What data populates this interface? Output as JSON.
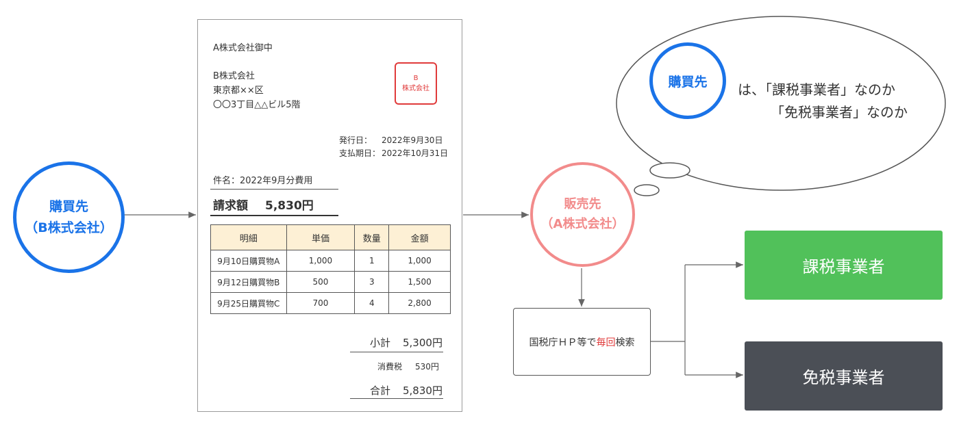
{
  "buyer_node": {
    "line1": "購買先",
    "line2": "（B株式会社）"
  },
  "seller_node": {
    "line1": "販売先",
    "line2": "（A株式会社）"
  },
  "invoice": {
    "addressee": "A株式会社御中",
    "issuer_name": "B株式会社",
    "issuer_address1": "東京都××区",
    "issuer_address2": "〇〇3丁目△△ビル5階",
    "stamp_line1": "B",
    "stamp_line2": "株式会社",
    "issue_date_label": "発行日：",
    "issue_date": "2022年9月30日",
    "due_date_label": "支払期日：",
    "due_date": "2022年10月31日",
    "subject": "件名：2022年9月分費用",
    "amount_label": "請求額",
    "amount_value": "5,830円",
    "table_headers": [
      "明細",
      "単価",
      "数量",
      "金額"
    ],
    "rows": [
      [
        "9月10日購買物A",
        "1,000",
        "1",
        "1,000"
      ],
      [
        "9月12日購買物B",
        "500",
        "3",
        "1,500"
      ],
      [
        "9月25日購買物C",
        "700",
        "4",
        "2,800"
      ]
    ],
    "subtotal_label": "小計",
    "subtotal_value": "5,300円",
    "tax_label": "消費税",
    "tax_value": "530円",
    "total_label": "合計",
    "total_value": "5,830円"
  },
  "thought": {
    "badge": "購買先",
    "line1": "は、「課税事業者」なのか",
    "line2": "「免税事業者」なのか"
  },
  "search_box": {
    "before": "国税庁ＨＰ等で",
    "highlight": "毎回",
    "after": "検索"
  },
  "outcome_taxable": "課税事業者",
  "outcome_exempt": "免税事業者",
  "colors": {
    "blue": "#1a73e8",
    "pink": "#f28b8b",
    "green": "#51c15a",
    "dark": "#4b4f56",
    "red": "#e03a3a",
    "table_header": "#fdf0d5"
  }
}
